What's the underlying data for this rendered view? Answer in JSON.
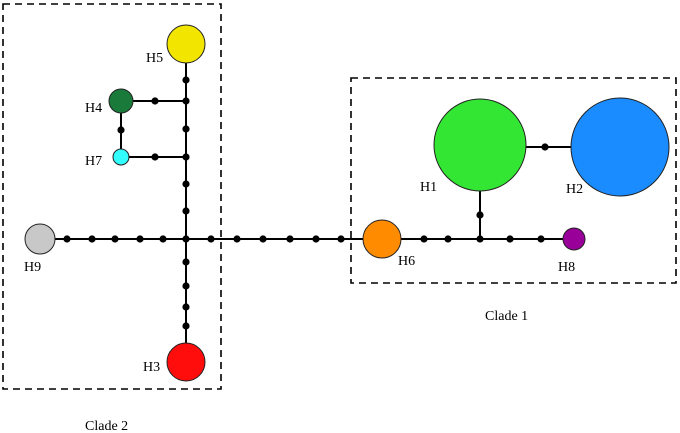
{
  "diagram": {
    "type": "haplotype-network",
    "haplotypes": [
      {
        "id": "H1",
        "label": "H1",
        "color": "#33e633"
      },
      {
        "id": "H2",
        "label": "H2",
        "color": "#1a8cff"
      },
      {
        "id": "H3",
        "label": "H3",
        "color": "#ff0d0d"
      },
      {
        "id": "H4",
        "label": "H4",
        "color": "#1a7a3a"
      },
      {
        "id": "H5",
        "label": "H5",
        "color": "#f2e600"
      },
      {
        "id": "H6",
        "label": "H6",
        "color": "#ff8c00"
      },
      {
        "id": "H7",
        "label": "H7",
        "color": "#33ffff"
      },
      {
        "id": "H8",
        "label": "H8",
        "color": "#990099"
      },
      {
        "id": "H9",
        "label": "H9",
        "color": "#c8c8c8"
      }
    ],
    "clades": [
      {
        "id": "clade1",
        "label": "Clade 1",
        "members": [
          "H1",
          "H2",
          "H6",
          "H8"
        ]
      },
      {
        "id": "clade2",
        "label": "Clade 2",
        "members": [
          "H3",
          "H4",
          "H5",
          "H7",
          "H9"
        ]
      }
    ]
  }
}
